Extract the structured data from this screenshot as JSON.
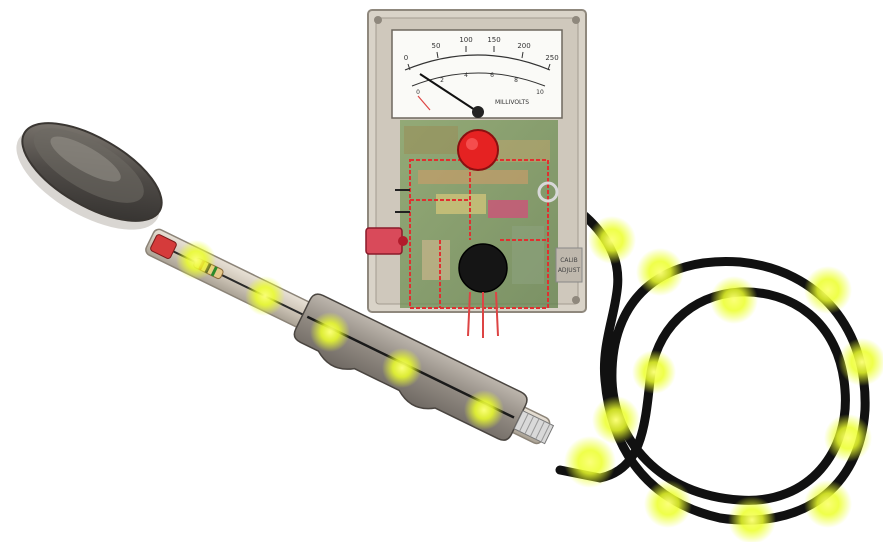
{
  "meter": {
    "scale_top": [
      "0",
      "50",
      "100",
      "150",
      "200",
      "250"
    ],
    "scale_bottom": [
      "0",
      "2",
      "4",
      "6",
      "8",
      "10"
    ],
    "scale_label": "MILLIVOLTS",
    "side_label_1": "CALIB",
    "side_label_2": "ADJUST"
  },
  "colors": {
    "glow": "#f2ff3a",
    "cable": "#101010",
    "circuit_outline": "#e03030",
    "knob": "#e52222",
    "meter_case": "#d9d3c8",
    "probe_body": "#c9c1b6"
  },
  "icons": {
    "sensor_head": "pickup-coil-icon",
    "meter": "analog-meter-icon",
    "knob": "adjust-knob-icon"
  }
}
